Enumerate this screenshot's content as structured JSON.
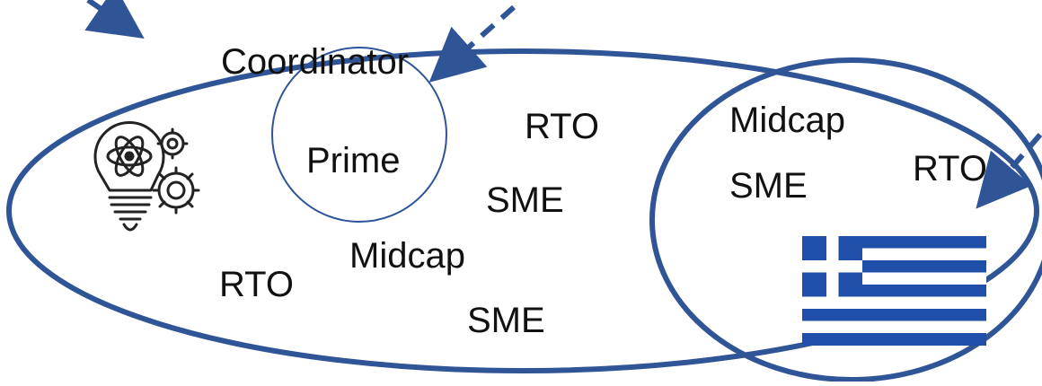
{
  "colors": {
    "stroke": "#2f5597",
    "text": "#111111",
    "flag_blue": "#1f4fa8",
    "flag_white": "#ffffff",
    "icon": "#222222"
  },
  "labels": {
    "coordinator": "Coordinator",
    "prime": "Prime",
    "rto_top": "RTO",
    "sme_mid": "SME",
    "midcap_left": "Midcap",
    "rto_left": "RTO",
    "sme_bottom": "SME",
    "midcap_right": "Midcap",
    "sme_right": "SME",
    "rto_right": "RTO"
  },
  "icons": {
    "innovation": "lightbulb-atom-gears-icon",
    "flag": "greece-flag"
  }
}
